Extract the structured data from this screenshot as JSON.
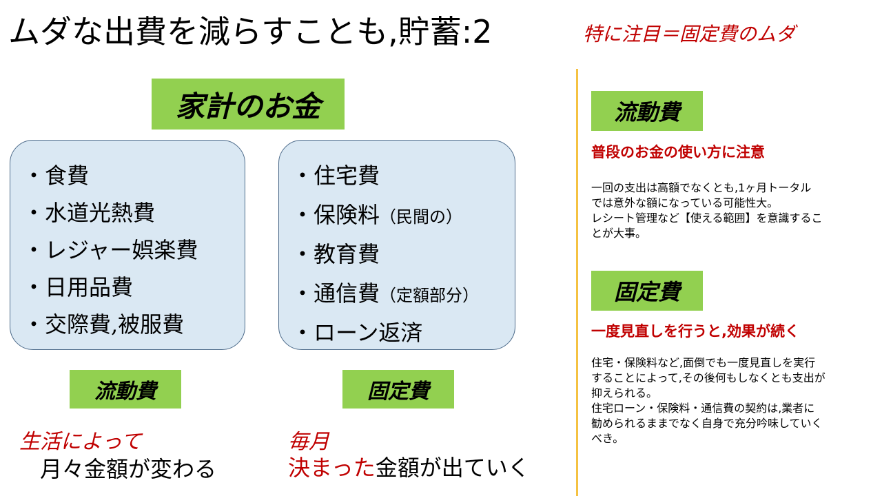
{
  "title": "ムダな出費を減らすことも,貯蓄:2",
  "subtitle": "特に注目＝固定費のムダ",
  "household_label": "家計のお金",
  "bullet": "・",
  "variable_items": [
    "食費",
    "水道光熱費",
    "レジャー娯楽費",
    "日用品費",
    "交際費,被服費"
  ],
  "fixed_items": [
    {
      "text": "住宅費",
      "note": ""
    },
    {
      "text": "保険料",
      "note": "（民間の）"
    },
    {
      "text": "教育費",
      "note": ""
    },
    {
      "text": "通信費",
      "note": "（定額部分）"
    },
    {
      "text": "ローン返済",
      "note": ""
    }
  ],
  "variable_label": "流動費",
  "fixed_label": "固定費",
  "variable_desc": {
    "line1": "生活によって",
    "line2": "月々金額が変わる"
  },
  "fixed_desc": {
    "line1": "毎月",
    "line2_red": "決まった",
    "line2_black": "金額が出ていく"
  },
  "side": {
    "variable": {
      "label": "流動費",
      "heading": "普段のお金の使い方に注意",
      "body": [
        "一回の支出は高額でなくとも,1ヶ月トータル",
        "では意外な額になっている可能性大。",
        "レシート管理など【使える範囲】を意識するこ",
        "とが大事。"
      ]
    },
    "fixed": {
      "label": "固定費",
      "heading": "一度見直しを行うと,効果が続く",
      "body": [
        "住宅・保険料など,面倒でも一度見直しを実行",
        "することによって,その後何もしなくとも支出が",
        "抑えられる。",
        "住宅ローン・保険料・通信費の契約は,業者に",
        "勧められるままでなく自身で充分吟味していく",
        "べき。"
      ]
    }
  },
  "colors": {
    "accent_green": "#92d050",
    "box_fill": "#dae8f3",
    "red_text": "#c00000",
    "divider": "#f5c242"
  }
}
